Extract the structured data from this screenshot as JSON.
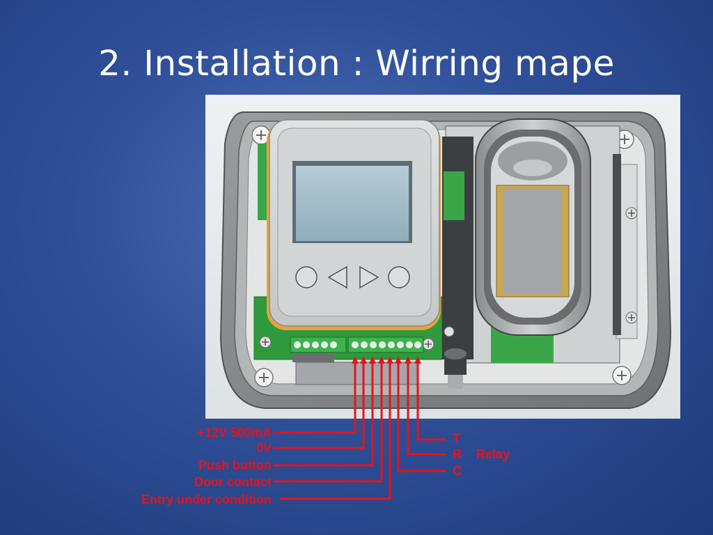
{
  "slide": {
    "title": "2. Installation : Wirring mape"
  },
  "wiring": {
    "left_labels": [
      "+12V 500mA",
      "0V",
      "Push button",
      "Door contact",
      "Entry under condition"
    ],
    "relay_terminals": [
      "T",
      "R",
      "C"
    ],
    "relay_label": "Relay",
    "wire_color": "#e8121a"
  },
  "device": {
    "buttons": [
      "circle",
      "left-triangle",
      "right-triangle",
      "circle"
    ]
  }
}
